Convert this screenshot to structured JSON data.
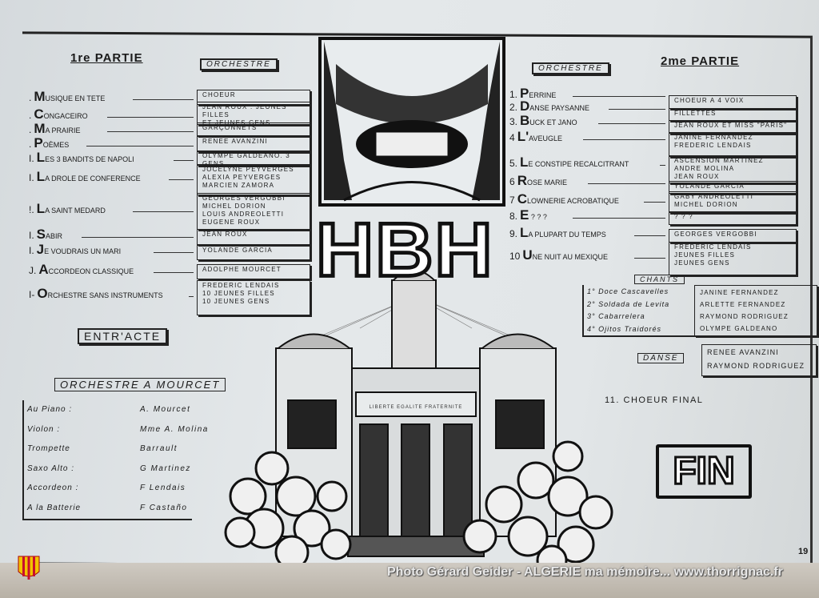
{
  "part1": {
    "title": "1re PARTIE",
    "orchestra_label": "ORCHESTRE",
    "items": [
      {
        "num": ".",
        "title": "Musique en tete",
        "performers": [
          "Choeur"
        ]
      },
      {
        "num": ".",
        "title": "Congaceiro",
        "performers": [
          "Jean Roux . Jeunes Filles",
          "et Jeunes Gens"
        ]
      },
      {
        "num": ".",
        "title": "Ma prairie",
        "performers": [
          "Garçonnets"
        ]
      },
      {
        "num": ".",
        "title": "Poèmes",
        "performers": [
          "Renee Avanzini"
        ]
      },
      {
        "num": "i.",
        "title": "Les 3 bandits de Napoli",
        "performers": [
          "Olympe Galdeano. 3 gens"
        ]
      },
      {
        "num": "i.",
        "title": "La drole de conference",
        "performers": [
          "Jocelyne Peyverges",
          "Alexia Peyverges",
          "Marcien Zamora"
        ]
      },
      {
        "num": "!.",
        "title": "La saint medard",
        "performers": [
          "Georges Vergobbi",
          "Michel Dorion",
          "Louis Andreoletti",
          "Eugene Roux"
        ]
      },
      {
        "num": "i.",
        "title": "Sabir",
        "performers": [
          "Jean Roux"
        ]
      },
      {
        "num": "I.",
        "title": "Je voudrais un Mari",
        "performers": [
          "Yolande Garcia"
        ]
      },
      {
        "num": "J.",
        "title": "Accordeon classique",
        "performers": [
          "Adolphe Mourcet"
        ]
      },
      {
        "num": "I-",
        "title": "Orchestre sans Instruments",
        "performers": [
          "Frederic Lendais",
          "10 Jeunes Filles",
          "10 Jeunes Gens"
        ]
      }
    ]
  },
  "entracte": {
    "label": "ENTR'ACTE",
    "orchestra_title": "ORCHESTRE A MOURCET",
    "musicians": [
      {
        "instrument": "Au Piano :",
        "name": "A. Mourcet"
      },
      {
        "instrument": "Violon :",
        "name": "Mme A. Molina"
      },
      {
        "instrument": "Trompette",
        "name": "Barrault"
      },
      {
        "instrument": "Saxo Alto :",
        "name": "G Martinez"
      },
      {
        "instrument": "Accordeon :",
        "name": "F Lendais"
      },
      {
        "instrument": "A la Batterie",
        "name": "F Castaño"
      }
    ]
  },
  "center": {
    "logo": "HBH",
    "building_sign": "LIBERTE EGALITE FRATERNITE"
  },
  "part2": {
    "title": "2me PARTIE",
    "orchestra_label": "ORCHESTRE",
    "items": [
      {
        "num": "1.",
        "title": "Perrine",
        "performers": [
          "Choeur a 4 voix"
        ]
      },
      {
        "num": "2.",
        "title": "Danse paysanne",
        "performers": [
          "Fillettes"
        ]
      },
      {
        "num": "3.",
        "title": "Buck et Jano",
        "performers": [
          "Jean Roux et Miss \"Paris\""
        ]
      },
      {
        "num": "4",
        "title": "L'aveugle",
        "performers": [
          "Janine Fernandez",
          "Frederic Lendais"
        ]
      },
      {
        "num": "5.",
        "title": "Le constipe recalcitrant",
        "performers": [
          "Ascension Martinez",
          "Andre Molina",
          "Jean Roux"
        ]
      },
      {
        "num": "6",
        "title": "Rose marie",
        "performers": [
          "Yolande Garcia"
        ]
      },
      {
        "num": "7",
        "title": "Clownerie acrobatique",
        "performers": [
          "Gaby Andreoletti",
          "Michel Dorion"
        ]
      },
      {
        "num": "8.",
        "title": "E ? ? ?",
        "performers": [
          "? ? ?"
        ]
      },
      {
        "num": "9.",
        "title": "La plupart du Temps",
        "performers": [
          "Georges Vergobbi"
        ]
      },
      {
        "num": "10",
        "title": "Une nuit au mexique",
        "performers": [
          "Frederic Lendais",
          "Jeunes Filles",
          "Jeunes Gens"
        ]
      }
    ],
    "chants": {
      "label": "CHANTS",
      "songs": [
        {
          "title": "1° Doce Cascavelles",
          "singer": "Janine Fernandez"
        },
        {
          "title": "2° Soldada de Levita",
          "singer": "Arlette Fernandez"
        },
        {
          "title": "3° Cabarrelera",
          "singer": "Raymond Rodriguez"
        },
        {
          "title": "4° Ojitos Traidorés",
          "singer": "Olympe Galdeano"
        }
      ]
    },
    "danse": {
      "label": "DANSE",
      "performers": [
        "Renee Avanzini",
        "Raymond Rodriguez"
      ]
    },
    "finale": "11. Choeur final",
    "fin": "FIN"
  },
  "page_number": "19",
  "watermark": "Photo Gérard Geider - ALGERIE ma mémoire... www.thorrignac.fr",
  "colors": {
    "ink": "#1b1b1b",
    "paper": "#e2e6e8",
    "flag_yellow": "#f2c300",
    "flag_red": "#c8102e"
  }
}
